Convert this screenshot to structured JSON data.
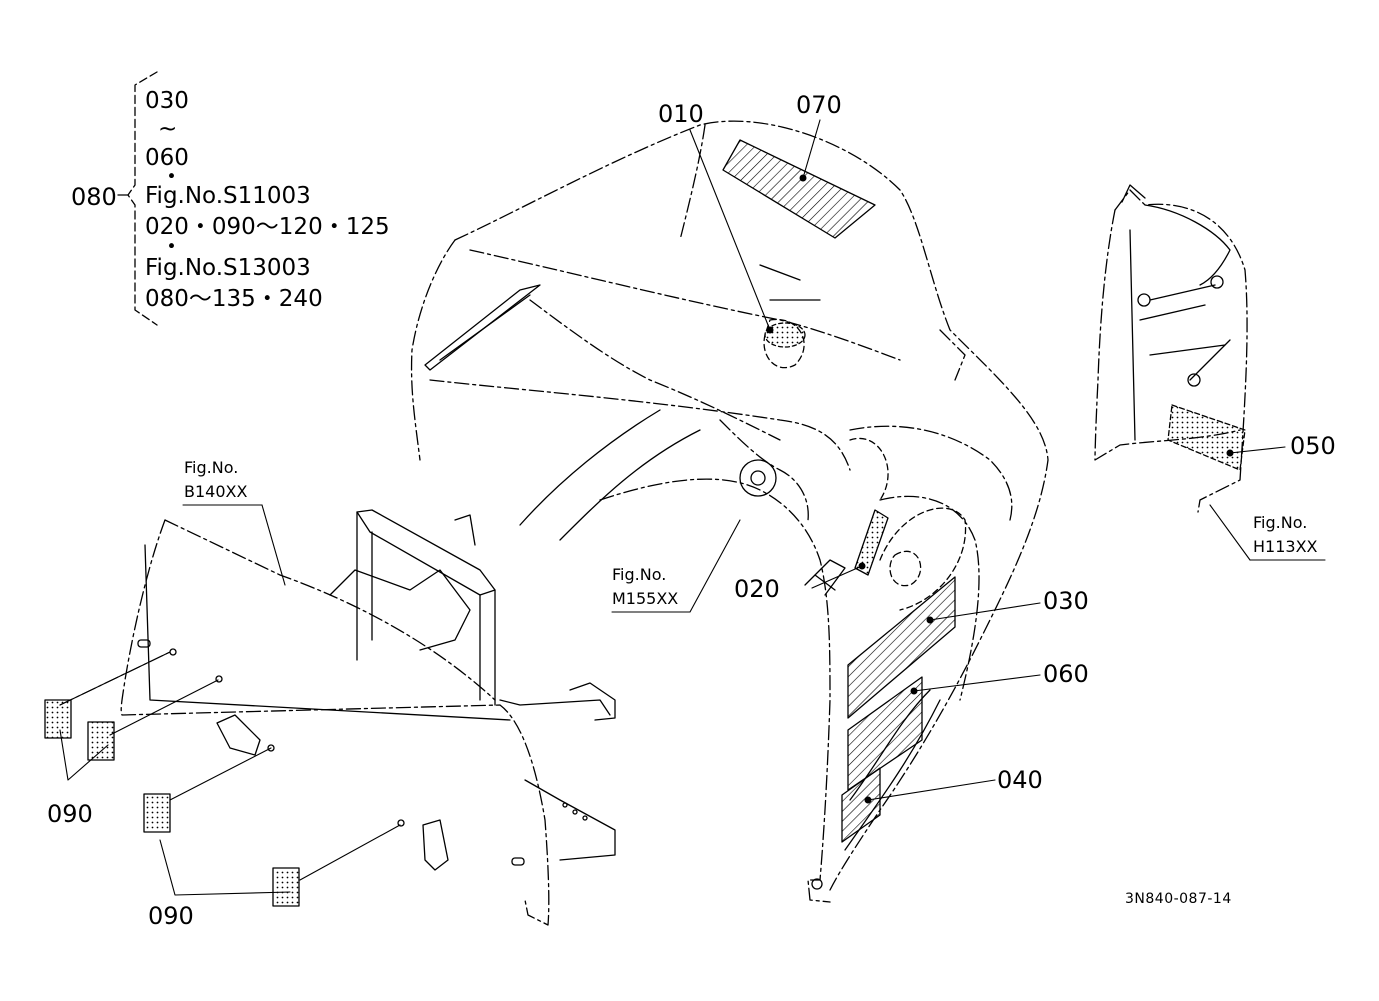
{
  "callouts": {
    "c010": "010",
    "c070": "070",
    "c050": "050",
    "c020": "020",
    "c030": "030",
    "c060": "060",
    "c040": "040",
    "c080": "080",
    "c090a": "090",
    "c090b": "090"
  },
  "figure_refs": {
    "b140_label": "Fig.No.",
    "b140_code": "B140XX",
    "m155_label": "Fig.No.",
    "m155_code": "M155XX",
    "h113_label": "Fig.No.",
    "h113_code": "H113XX"
  },
  "legend_080": {
    "line1": "030",
    "line2": "~",
    "line3": "060",
    "line4": "Fig.No.S11003",
    "line5": "020・090～120・125",
    "line6": "Fig.No.S13003",
    "line7": "080～135・240"
  },
  "drawing_number": "3N840-087-14",
  "colors": {
    "ink": "#000000",
    "paper": "#ffffff"
  }
}
